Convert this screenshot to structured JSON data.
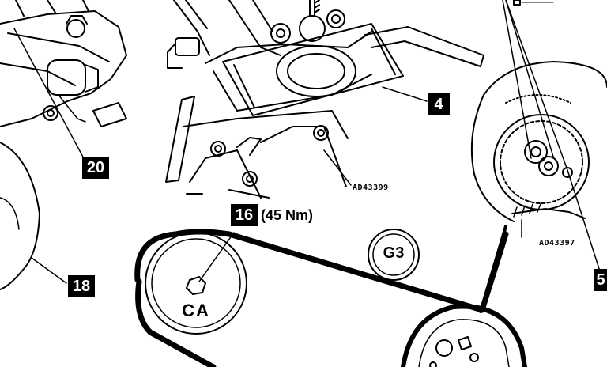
{
  "callouts": {
    "c4": "4",
    "c20": "20",
    "c16": "16",
    "c18": "18",
    "c5": "5"
  },
  "torque_spec": "(45 Nm)",
  "reference_codes": {
    "upper_view": "AD43399",
    "sprocket_view": "AD43397"
  },
  "pulley_labels": {
    "crankshaft": "CA",
    "idler": "G3"
  },
  "colors": {
    "line": "#000000",
    "background": "#ffffff"
  }
}
